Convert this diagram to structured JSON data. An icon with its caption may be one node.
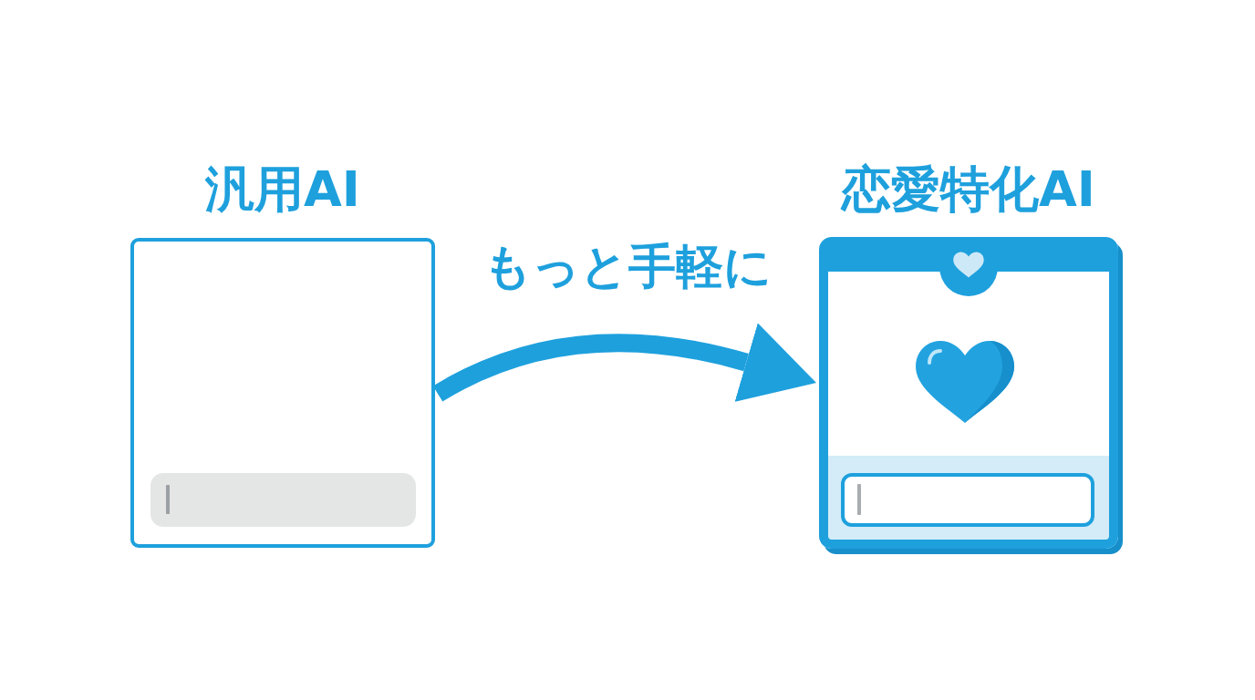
{
  "diagram": {
    "nodes": [
      {
        "text": [
          "汎用AI"
        ]
      },
      {
        "text": [
          "恋愛特化AI"
        ]
      }
    ],
    "edges": [
      {
        "from": 0,
        "to": 1,
        "arrow": "to",
        "label": "もっと手軽に"
      }
    ]
  }
}
